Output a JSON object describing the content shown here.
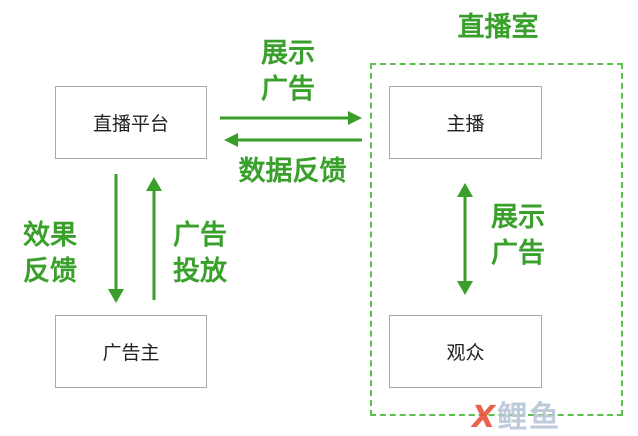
{
  "nodes": {
    "platform": "直播平台",
    "anchor": "主播",
    "advertiser": "广告主",
    "audience": "观众"
  },
  "group_label": "直播室",
  "edges": {
    "platform_to_room": "展示\n广告",
    "room_to_platform": "数据反馈",
    "platform_to_advertiser": "效果\n反馈",
    "advertiser_to_platform": "广告\n投放",
    "anchor_audience": "展示\n广告"
  },
  "watermark": {
    "glyph": "X",
    "text": "鲤鱼"
  },
  "colors": {
    "arrow": "#3a9e2a",
    "label": "#3aa02c",
    "dashed_border": "#5cc04d",
    "box_border": "#a9a9a9"
  }
}
